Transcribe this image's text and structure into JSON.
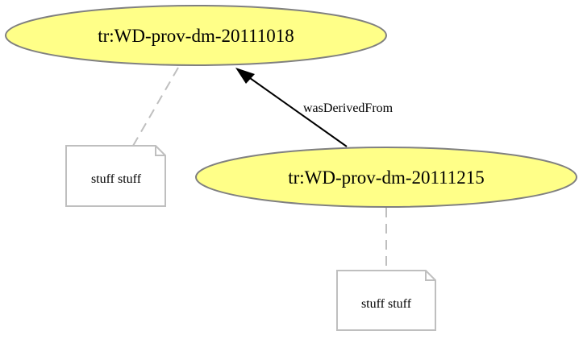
{
  "colors": {
    "entity_fill": "#ffff88",
    "entity_stroke": "#808080",
    "note_stroke": "#bfbfbf",
    "connector_stroke": "#bfbfbf",
    "edge_stroke": "#000000"
  },
  "nodes": {
    "entity_1": {
      "label": "tr:WD-prov-dm-20111018"
    },
    "entity_2": {
      "label": "tr:WD-prov-dm-20111215"
    }
  },
  "notes": {
    "note_1": {
      "text": "stuff stuff"
    },
    "note_2": {
      "text": "stuff stuff"
    }
  },
  "edges": {
    "derivation": {
      "label": "wasDerivedFrom"
    }
  }
}
